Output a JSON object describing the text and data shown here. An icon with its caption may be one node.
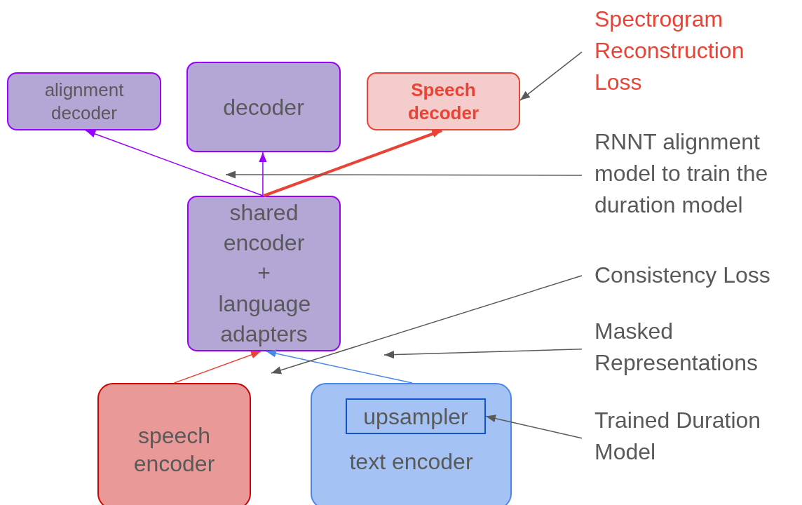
{
  "diagram": {
    "nodes": [
      {
        "text": [
          "alignment decoder"
        ]
      },
      {
        "text": [
          "decoder"
        ]
      },
      {
        "text": [
          "Speech decoder"
        ]
      },
      {
        "text": [
          "shared encoder + language adapters"
        ]
      },
      {
        "text": [
          "speech encoder"
        ]
      },
      {
        "text": [
          "text encoder"
        ]
      },
      {
        "text": [
          "upsampler"
        ],
        "in": 5
      },
      {
        "text": [
          "Spectrogram Reconstruction Loss"
        ]
      },
      {
        "text": [
          "RNNT alignment model to train the duration model"
        ]
      },
      {
        "text": [
          "Consistency Loss"
        ]
      },
      {
        "text": [
          "Masked Representations"
        ]
      },
      {
        "text": [
          "Trained Duration Model"
        ]
      }
    ],
    "edges": [
      {
        "from": 3,
        "to": 0,
        "arrow": "to",
        "color": "#9900ff"
      },
      {
        "from": 3,
        "to": 1,
        "arrow": "to",
        "color": "#9900ff"
      },
      {
        "from": 3,
        "to": 2,
        "arrow": "to",
        "style": "thick",
        "color": "#ea4335"
      },
      {
        "from": 4,
        "to": 3,
        "arrow": "to",
        "color": "#ea4335"
      },
      {
        "from": 5,
        "to": 3,
        "arrow": "to",
        "color": "#4a86e8"
      },
      {
        "from": 7,
        "to": 2,
        "arrow": "to"
      },
      {
        "from": 8,
        "to": null,
        "arrow": "to"
      },
      {
        "from": 9,
        "to": null,
        "arrow": "to"
      },
      {
        "from": 10,
        "to": null,
        "arrow": "to"
      },
      {
        "from": 11,
        "to": 6,
        "arrow": "to"
      }
    ]
  }
}
